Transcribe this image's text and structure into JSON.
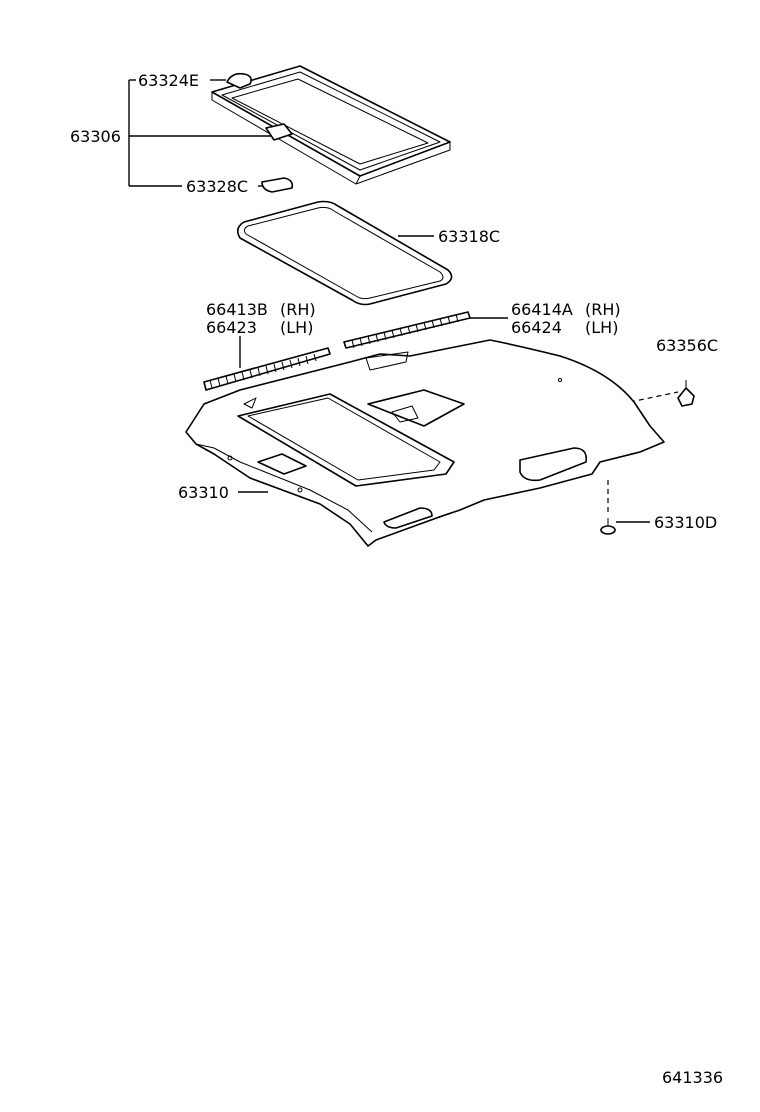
{
  "callouts": {
    "p63324E": "63324E",
    "p63306": "63306",
    "p63328C": "63328C",
    "p63318C": "63318C",
    "p66413B": "66413B",
    "rh_a": "(RH)",
    "p66423": "66423",
    "lh_a": "(LH)",
    "p66414A": "66414A",
    "rh_b": "(RH)",
    "p66424": "66424",
    "lh_b": "(LH)",
    "p63356C": "63356C",
    "p63310": "63310",
    "p63310D": "63310D"
  },
  "drawing_number": "641336"
}
